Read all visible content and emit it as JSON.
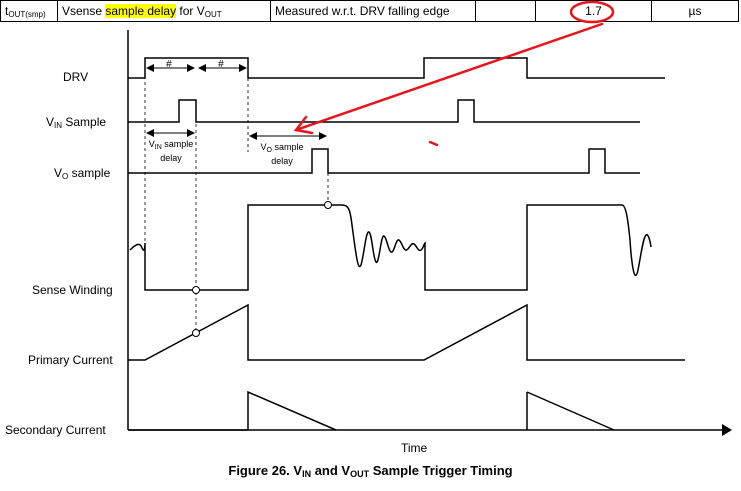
{
  "spec_row": {
    "symbol_main": "t",
    "symbol_sub": "OUT(smp)",
    "param_prefix": "Vsense ",
    "param_highlight": "sample delay",
    "param_middle": " for V",
    "param_sub": "OUT",
    "condition": "Measured w.r.t. DRV falling edge",
    "typ_value": "1.7",
    "unit": "µs"
  },
  "signals": {
    "drv": "DRV",
    "vin_sample_main": "V",
    "vin_sample_sub": "IN",
    "vin_sample_rest": " Sample",
    "vo_sample_main": "V",
    "vo_sample_sub": "O",
    "vo_sample_rest": " sample",
    "sense_winding": "Sense Winding",
    "primary_current": "Primary Current",
    "secondary_current": "Secondary Current"
  },
  "annotations": {
    "half_mark_1": "#",
    "half_mark_2": "#",
    "vin_delay_main": "V",
    "vin_delay_sub": "IN",
    "vin_delay_rest": " sample",
    "vin_delay_line2": "delay",
    "vo_delay_main": "V",
    "vo_delay_sub": "O",
    "vo_delay_rest": " sample",
    "vo_delay_line2": "delay"
  },
  "axis": {
    "time": "Time"
  },
  "caption": {
    "prefix": "Figure 26.  V",
    "sub1": "IN",
    "middle": " and V",
    "sub2": "OUT",
    "suffix": " Sample Trigger Timing"
  },
  "colors": {
    "markup": "#e8141c",
    "highlight": "#ffff00",
    "line": "#000000"
  }
}
